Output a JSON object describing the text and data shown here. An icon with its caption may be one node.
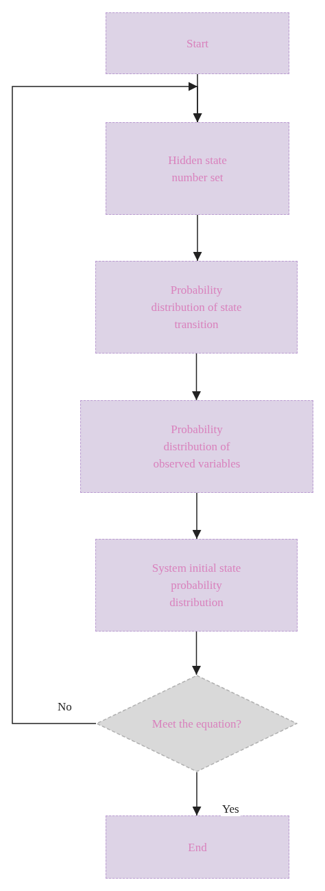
{
  "diagram": {
    "nodes": [
      {
        "text": [
          "Start"
        ]
      },
      {
        "text": [
          "Hidden state number set"
        ]
      },
      {
        "text": [
          "Probability distribution of state transition"
        ]
      },
      {
        "text": [
          "Probability distribution of observed variables"
        ]
      },
      {
        "text": [
          "System initial state probability distribution"
        ]
      },
      {
        "text": [
          "Meet the equation?"
        ]
      },
      {
        "text": [
          "End"
        ]
      }
    ],
    "edges": [
      {
        "from": 0,
        "to": 1,
        "arrow": "to"
      },
      {
        "from": 1,
        "to": 2,
        "arrow": "to"
      },
      {
        "from": 2,
        "to": 3,
        "arrow": "to"
      },
      {
        "from": 3,
        "to": 4,
        "arrow": "to"
      },
      {
        "from": 4,
        "to": 5,
        "arrow": "to"
      },
      {
        "from": 5,
        "to": 1,
        "arrow": "to",
        "label": "No"
      },
      {
        "from": 5,
        "to": 6,
        "arrow": "to",
        "label": "Yes"
      }
    ]
  }
}
